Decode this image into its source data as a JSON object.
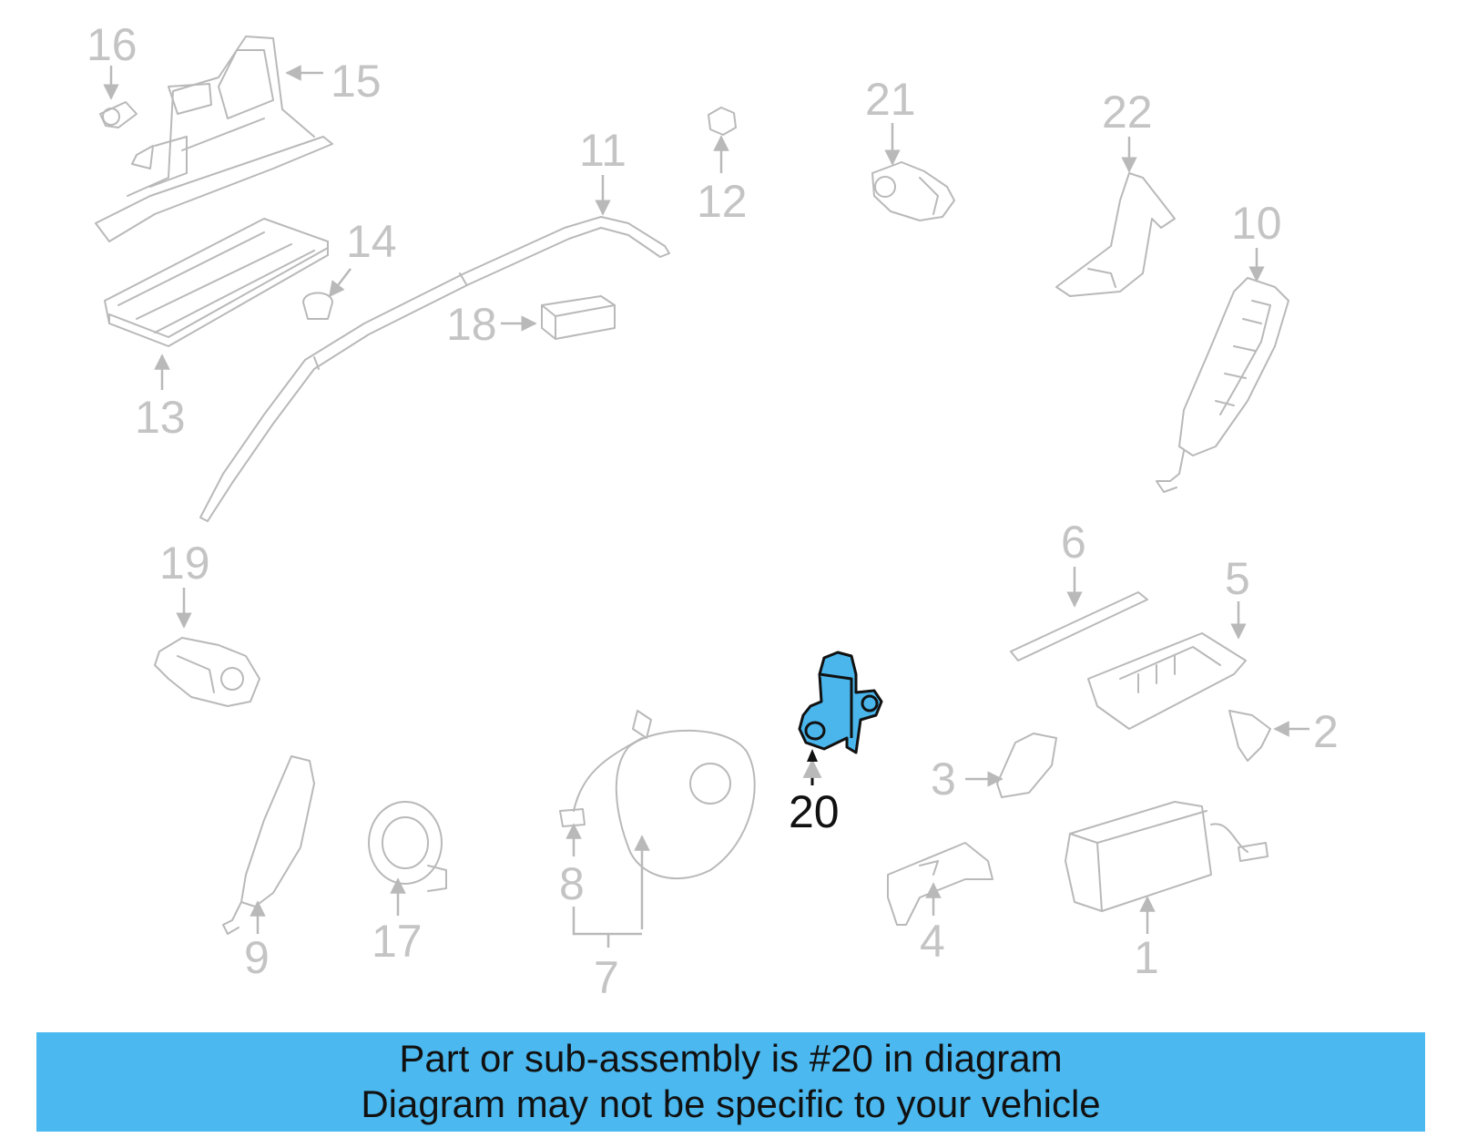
{
  "diagram": {
    "callouts": [
      {
        "id": "c1",
        "label": "1"
      },
      {
        "id": "c2",
        "label": "2"
      },
      {
        "id": "c3",
        "label": "3"
      },
      {
        "id": "c4",
        "label": "4"
      },
      {
        "id": "c5",
        "label": "5"
      },
      {
        "id": "c6",
        "label": "6"
      },
      {
        "id": "c7",
        "label": "7"
      },
      {
        "id": "c8",
        "label": "8"
      },
      {
        "id": "c9",
        "label": "9"
      },
      {
        "id": "c10",
        "label": "10"
      },
      {
        "id": "c11",
        "label": "11"
      },
      {
        "id": "c12",
        "label": "12"
      },
      {
        "id": "c13",
        "label": "13"
      },
      {
        "id": "c14",
        "label": "14"
      },
      {
        "id": "c15",
        "label": "15"
      },
      {
        "id": "c16",
        "label": "16"
      },
      {
        "id": "c17",
        "label": "17"
      },
      {
        "id": "c18",
        "label": "18"
      },
      {
        "id": "c19",
        "label": "19"
      },
      {
        "id": "c20",
        "label": "20"
      },
      {
        "id": "c21",
        "label": "21"
      },
      {
        "id": "c22",
        "label": "22"
      }
    ],
    "highlighted_part": "20",
    "colors": {
      "highlight_fill": "#4ab6ec",
      "banner": "#4bb8ef",
      "line_grey": "#b9b9b9"
    }
  },
  "banner": {
    "line1": "Part or sub-assembly is #20 in diagram",
    "line2": "Diagram may not be specific to your vehicle"
  }
}
